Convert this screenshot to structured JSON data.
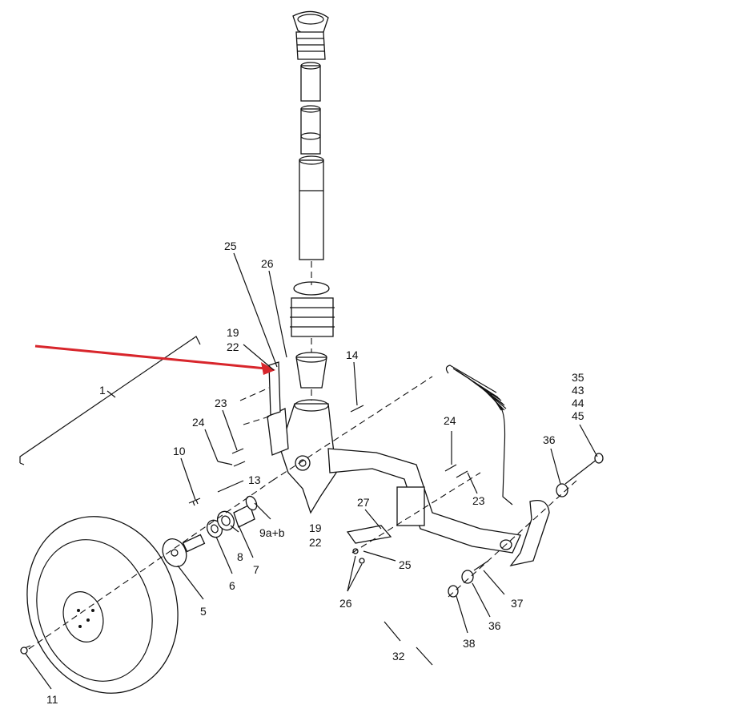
{
  "diagram": {
    "accent_color": "#d8262c",
    "callouts": {
      "c1": "1",
      "c25a": "25",
      "c26a": "26",
      "c19a": "19",
      "c22a": "22",
      "c14": "14",
      "c35": "35",
      "c43": "43",
      "c44": "44",
      "c45": "45",
      "c23a": "23",
      "c24a": "24",
      "c10": "10",
      "c13": "13",
      "c24b": "24",
      "c23b": "23",
      "c36a": "36",
      "c9ab": "9a+b",
      "c27": "27",
      "c19b": "19",
      "c22b": "22",
      "c25b": "25",
      "c26b": "26",
      "c8": "8",
      "c7": "7",
      "c6": "6",
      "c5": "5",
      "c37": "37",
      "c36b": "36",
      "c38": "38",
      "c32": "32",
      "c11": "11"
    }
  }
}
